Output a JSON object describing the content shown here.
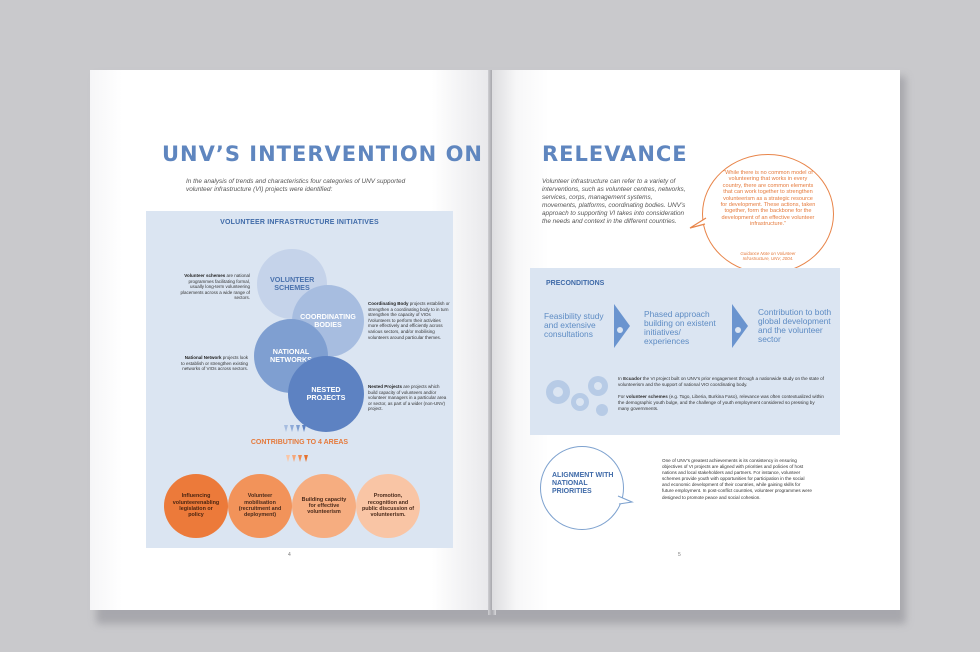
{
  "left_page": {
    "title": "UNV’S INTERVENTION ON VI",
    "intro": "In the analysis of trends and characteristics four categories of UNV supported volunteer infrastructure (VI) projects were identified:",
    "panel_title": "VOLUNTEER INFRASTRUCTURE INITIATIVES",
    "circles": [
      "VOLUNTEER SCHEMES",
      "COORDINATING BODIES",
      "NATIONAL NETWORKS",
      "NESTED PROJECTS"
    ],
    "notes": {
      "schemes_bold": "Volunteer schemes",
      "schemes_text": " are national programmes facilitating formal, usually long-term volunteering placements across a wide range of sectors.",
      "coord_bold": "Coordinating Body",
      "coord_text": " projects establish or strengthen a coordinating body to in turn strengthen the capacity of VIOs /Volunteers to perform their activities more effectively and efficiently across various sectors, and/or mobilising volunteers around particular themes.",
      "network_bold": "National Network",
      "network_text": " projects look to establish or strengthen existing networks of VIOs across sectors.",
      "nested_bold": "Nested Projects",
      "nested_text": " are projects which build capacity of volunteers and/or volunteer managers in a particular area or sector, as part of a wider (non-UNV) project."
    },
    "areas_title": "CONTRIBUTING TO 4 AREAS",
    "areas": [
      "Influencing volunteerenabling legislation or policy",
      "Volunteer mobilisation (recruitment and deployment)",
      "Building capacity for effective volunteerism",
      "Promotion, recognition and public discussion of volunteerism."
    ],
    "page_number": "4"
  },
  "right_page": {
    "title": "RELEVANCE",
    "intro": "Volunteer infrastructure can refer to a variety of interventions, such as volunteer centres, networks, services, corps, management systems, movements, platforms, coordinating bodies. UNV’s approach to supporting VI takes into consideration the needs and context in the different countries.",
    "quote": "“While there is no common model of volunteering that works in every country, there are common elements that can work together to strengthen volunteerism as a strategic resource for development. These actions, taken together, form the backbone for the development of an effective volunteer infrastructure.”",
    "quote_source": "Guidance Note on Volunteer Infrastructure, UNV, 2004.",
    "preconditions_title": "PRECONDITIONS",
    "preconditions": [
      "Feasibility study and extensive consultations",
      "Phased approach building on existent initiatives/ experiences",
      "Contribution to both global development and the volunteer sector"
    ],
    "ecuador_prefix": "In ",
    "ecuador_bold": "Ecuador",
    "ecuador_text": " the VI project built on UNV’s prior engagement through a nationwide study on the state of volunteerism and the support of national VIO coordinating body.",
    "schemes_prefix": "For ",
    "schemes_bold": "volunteer schemes",
    "schemes_text": " (e.g. Togo, Liberia, Burkina Faso), relevance was often contextualized within the demographic youth bulge, and the challenge of youth employment considered so pressing by many governments.",
    "alignment_title": "ALIGNMENT WITH NATIONAL PRIORITIES",
    "alignment_text": "One of UNV’s greatest achievements is its consistency in ensuring objectives of VI projects are aligned with priorities and policies of host nations and local stakeholders and partners. For instance, volunteer schemes provide youth with opportunities for participation in the social and economic development of their countries, while gaining skills for future employment. In post-conflict countries, volunteer programmes were designed to promote peace and social cohesion.",
    "page_number": "5"
  },
  "colors": {
    "title_blue": "#5f86bf",
    "panel_bg": "#dbe5f2",
    "orange": "#e57a3c"
  }
}
